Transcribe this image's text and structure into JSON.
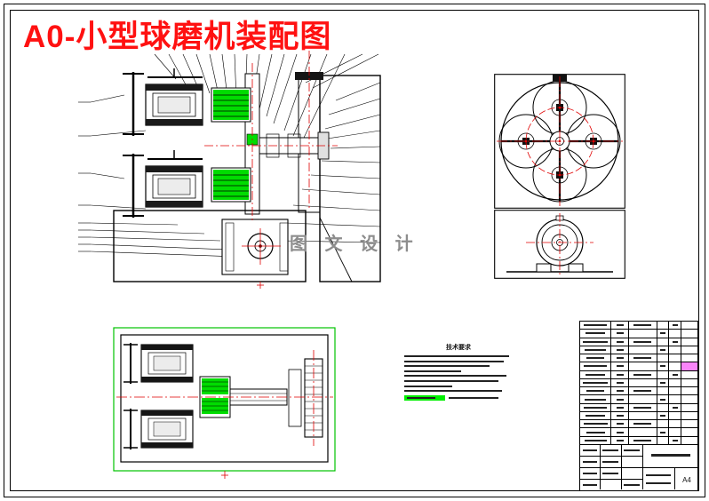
{
  "title": {
    "text": "A0-小型球磨机装配图"
  },
  "watermark": {
    "text": "图 文 设 计"
  },
  "notes": {
    "heading": "技术要求"
  },
  "title_block": {
    "sheet_size": "A4"
  },
  "colors": {
    "title_red": "#ff1111",
    "centerline_red": "#e00000",
    "section_hatch_cyan": "#a8ecf2",
    "gear_highlight_green": "#00dc00",
    "plan_frame_green": "#00c300",
    "bom_highlight_magenta": "#f985f9",
    "note_highlight_green": "#00ef00"
  }
}
